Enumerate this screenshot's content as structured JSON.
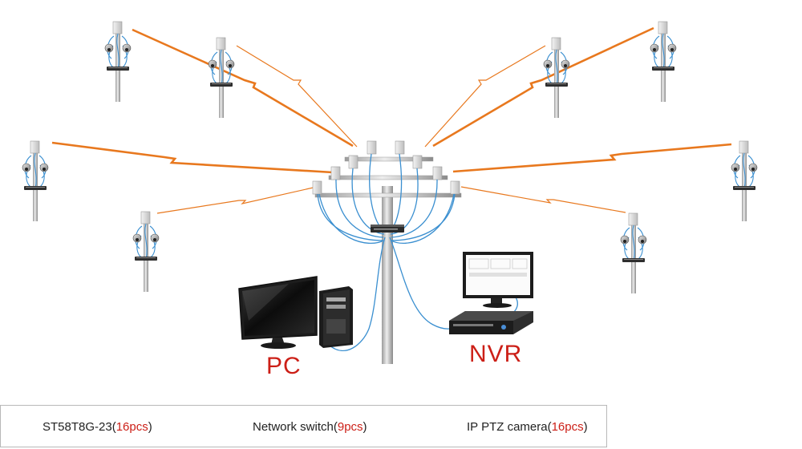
{
  "labels": {
    "pc": "PC",
    "nvr": "NVR"
  },
  "legend": [
    {
      "icon": "access-point-icon",
      "name": "ST58T8G-23(",
      "count": "16pcs",
      "close": ")"
    },
    {
      "icon": "network-switch-icon",
      "name": "Network switch(",
      "count": "9pcs",
      "close": ")"
    },
    {
      "icon": "ptz-camera-icon",
      "name": "IP PTZ camera(",
      "count": "16pcs",
      "close": ")"
    }
  ],
  "colors": {
    "wireless": "#e8781e",
    "cable": "#3a8fd0",
    "label": "#cc1f17",
    "pole": "#c9c9c9"
  }
}
